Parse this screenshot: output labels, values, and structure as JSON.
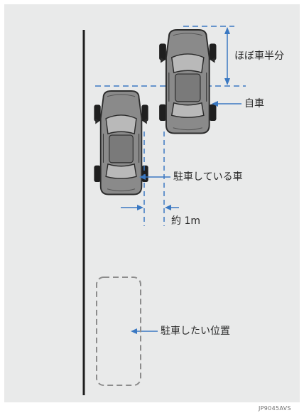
{
  "labels": {
    "half_car": "ほぼ車半分",
    "own_car": "自車",
    "parked_car": "駐車している車",
    "gap": "約 1m",
    "target_position": "駐車したい位置"
  },
  "figure_code": "JP9045AVS",
  "colors": {
    "background": "#e9eaea",
    "guide_blue": "#3a78c2",
    "car_body": "#8a8a8a",
    "car_outline": "#2b2b2b",
    "target_dash": "#8c8c8c",
    "curb_line": "#1e1e1e"
  }
}
